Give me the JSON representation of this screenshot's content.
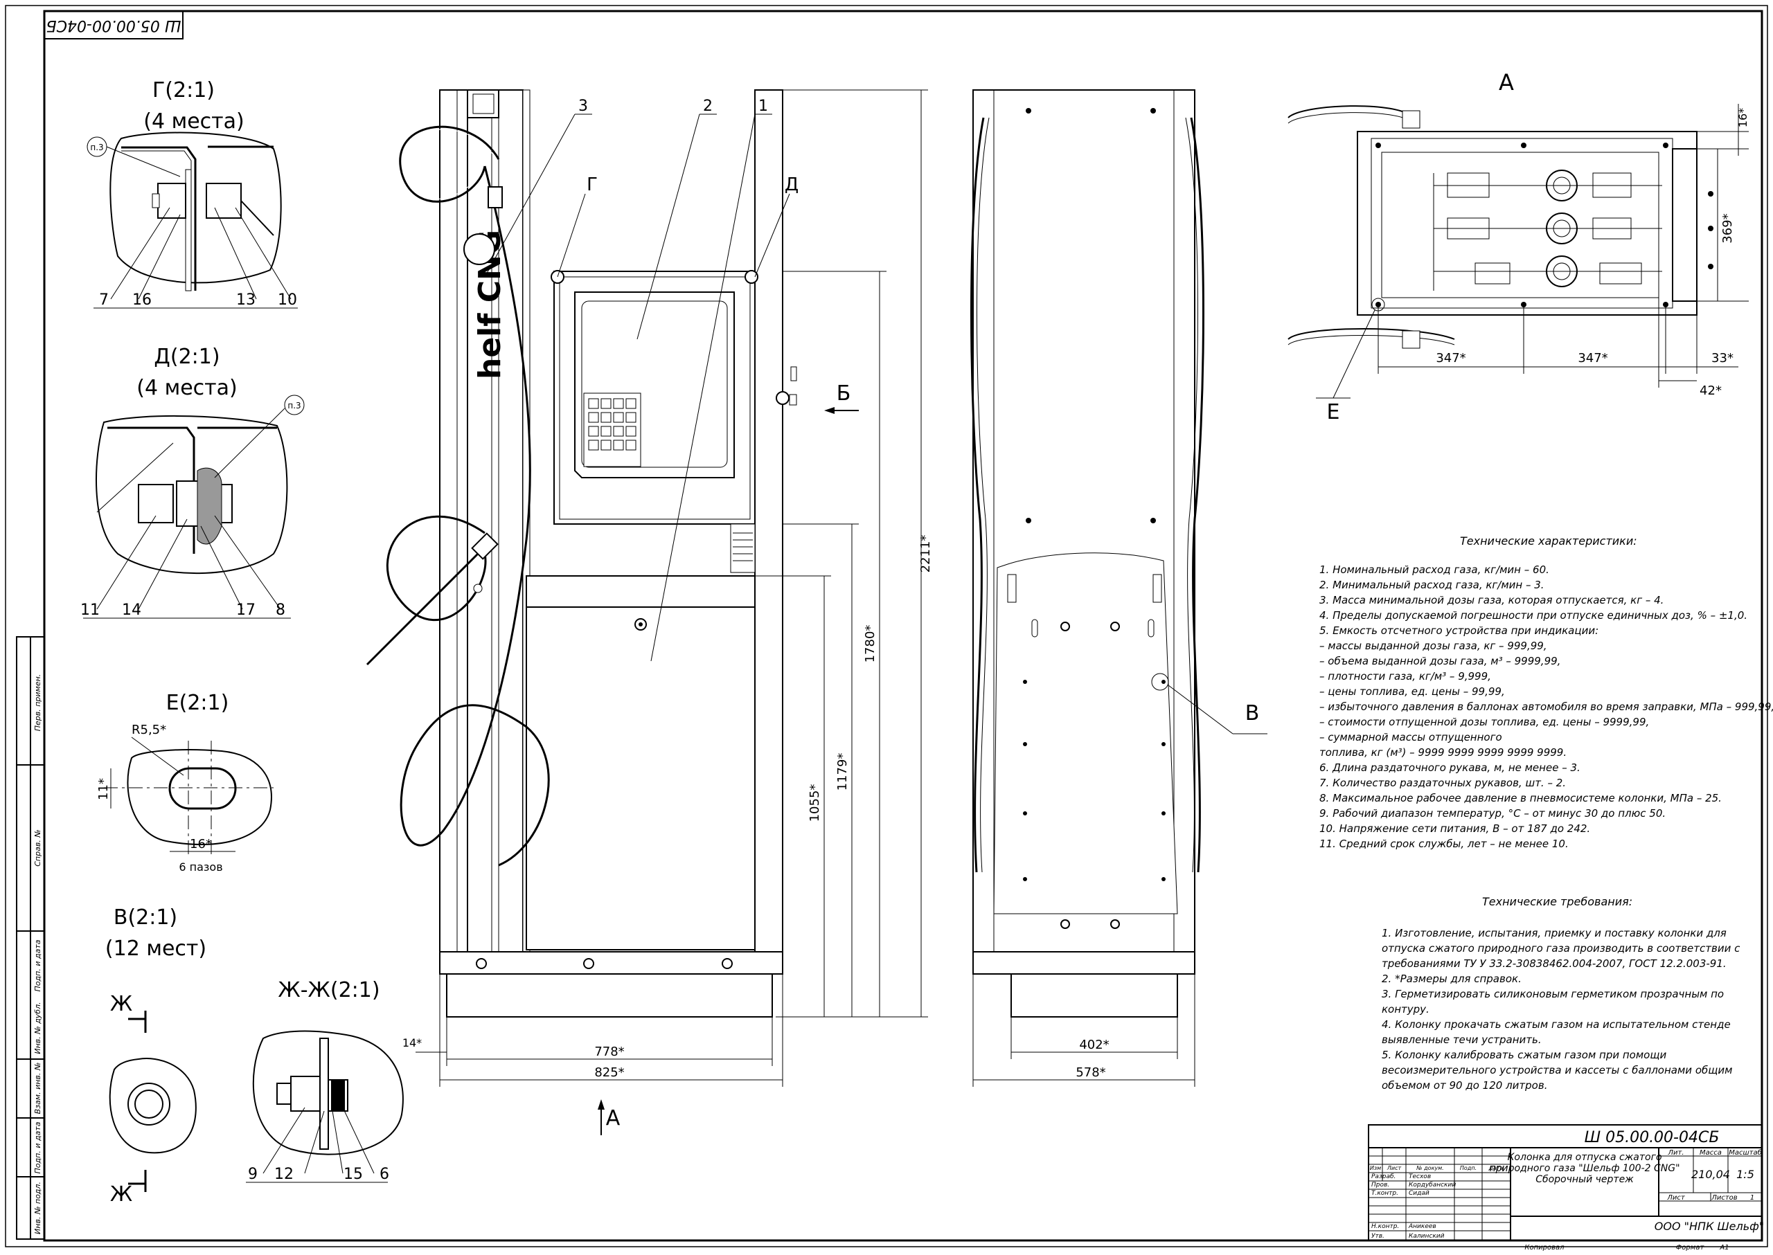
{
  "doc_code": "Ш 05.00.00-04СБ",
  "doc_code_rotated": "Ш 05.00.00-04СБ",
  "brand": "helf CNG",
  "views": {
    "g": {
      "title": "Г(2:1)",
      "sub": "(4 места)",
      "note": "п.3",
      "labels": [
        "7",
        "16",
        "13",
        "10"
      ]
    },
    "d": {
      "title": "Д(2:1)",
      "sub": "(4 места)",
      "note": "п.3",
      "labels": [
        "11",
        "14",
        "17",
        "8"
      ]
    },
    "e": {
      "title": "Е(2:1)",
      "r": "R5,5*",
      "h": "11*",
      "w": "16*",
      "slots": "6 пазов"
    },
    "v": {
      "title": "В(2:1)",
      "sub": "(12 мест)"
    },
    "zh": {
      "title": "Ж-Ж(2:1)",
      "mark": "Ж",
      "labels": [
        "9",
        "12",
        "15",
        "6"
      ]
    },
    "front": {
      "callouts": [
        "3",
        "2",
        "1",
        "Г",
        "Д",
        "Б"
      ],
      "dims": {
        "h2211": "2211*",
        "h1780": "1780*",
        "h1179": "1179*",
        "h1055": "1055*",
        "w778": "778*",
        "w825": "825*",
        "w14": "14*"
      },
      "arrowA": "А"
    },
    "side": {
      "dims": {
        "w402": "402*",
        "w578": "578*"
      },
      "callout": "В"
    },
    "top": {
      "title": "А",
      "dims": {
        "d16": "16*",
        "d369": "369*",
        "d347a": "347*",
        "d347b": "347*",
        "d33": "33*",
        "d42": "42*"
      },
      "callout": "Е"
    }
  },
  "tech": {
    "title": "Технические характеристики:",
    "lines": [
      "1. Номинальный расход газа, кг/мин – 60.",
      "2. Минимальный расход газа, кг/мин – 3.",
      "3. Масса минимальной дозы газа, которая отпускается, кг – 4.",
      "4. Пределы допускаемой погрешности при отпуске единичных доз, % – ±1,0.",
      "5. Емкость отсчетного устройства при индикации:",
      "– массы выданной дозы газа, кг – 999,99,",
      "– объема выданной дозы газа, м³ – 9999,99,",
      "– плотности газа, кг/м³ – 9,999,",
      "– цены топлива, ед. цены – 99,99,",
      "– избыточного давления в баллонах автомобиля во время заправки, МПа – 999,99,",
      "– стоимости отпущенной дозы топлива, ед. цены – 9999,99,",
      "– суммарной массы отпущенного",
      "топлива, кг (м³) – 9999 9999 9999 9999 9999.",
      "6. Длина раздаточного рукава, м, не менее – 3.",
      "7. Количество раздаточных рукавов, шт. – 2.",
      "8. Максимальное рабочее давление в пневмосистеме колонки, МПа – 25.",
      "9. Рабочий диапазон температур, °С – от минус 30 до плюс 50.",
      "10. Напряжение сети питания, В – от 187 до 242.",
      "11. Средний срок службы, лет – не менее 10."
    ]
  },
  "req": {
    "title": "Технические требования:",
    "lines": [
      "1. Изготовление, испытания, приемку и поставку колонки для",
      "отпуска сжатого природного газа производить в соответствии с",
      "требованиями ТУ У 33.2-30838462.004-2007, ГОСТ 12.2.003-91.",
      "2. *Размеры для справок.",
      "3. Герметизировать силиконовым герметиком прозрачным по",
      "контуру.",
      "4. Колонку прокачать сжатым газом на испытательном стенде",
      "выявленные течи устранить.",
      "5. Колонку калибровать сжатым газом при помощи",
      "весоизмерительного устройства и кассеты с баллонами общим",
      "объемом от 90 до 120 литров."
    ]
  },
  "titleblock": {
    "name_lines": [
      "Колонка для отпуска сжатого",
      "природного газа \"Шельф 100-2 CNG\"",
      "Сборочный чертеж"
    ],
    "cols": {
      "izm": "Изм",
      "list": "Лист",
      "ndoc": "№ докум.",
      "podp": "Подп.",
      "data": "Дата"
    },
    "rows": [
      {
        "role": "Разраб.",
        "name": "Тесхов"
      },
      {
        "role": "Пров.",
        "name": "Кордубанский"
      },
      {
        "role": "Т.контр.",
        "name": "Сидай"
      },
      {
        "role": "",
        "name": ""
      },
      {
        "role": "Н.контр.",
        "name": "Аникеев"
      },
      {
        "role": "Утв.",
        "name": "Калинский"
      }
    ],
    "lit": "Лит.",
    "massa": "Масса",
    "masshtab": "Масштаб",
    "mass_val": "210,04",
    "scale_val": "1:5",
    "list": "Лист",
    "listov": "Листов",
    "listov_val": "1",
    "org": "ООО \"НПК Шельф\"",
    "copied": "Копировал",
    "format": "Формат",
    "format_val": "А1"
  },
  "side_stamps": [
    "Перв. примен.",
    "Справ. №",
    "Подп. и дата",
    "Инв. № дубл.",
    "Взам. инв. №",
    "Подп. и дата",
    "Инв. № подл."
  ]
}
